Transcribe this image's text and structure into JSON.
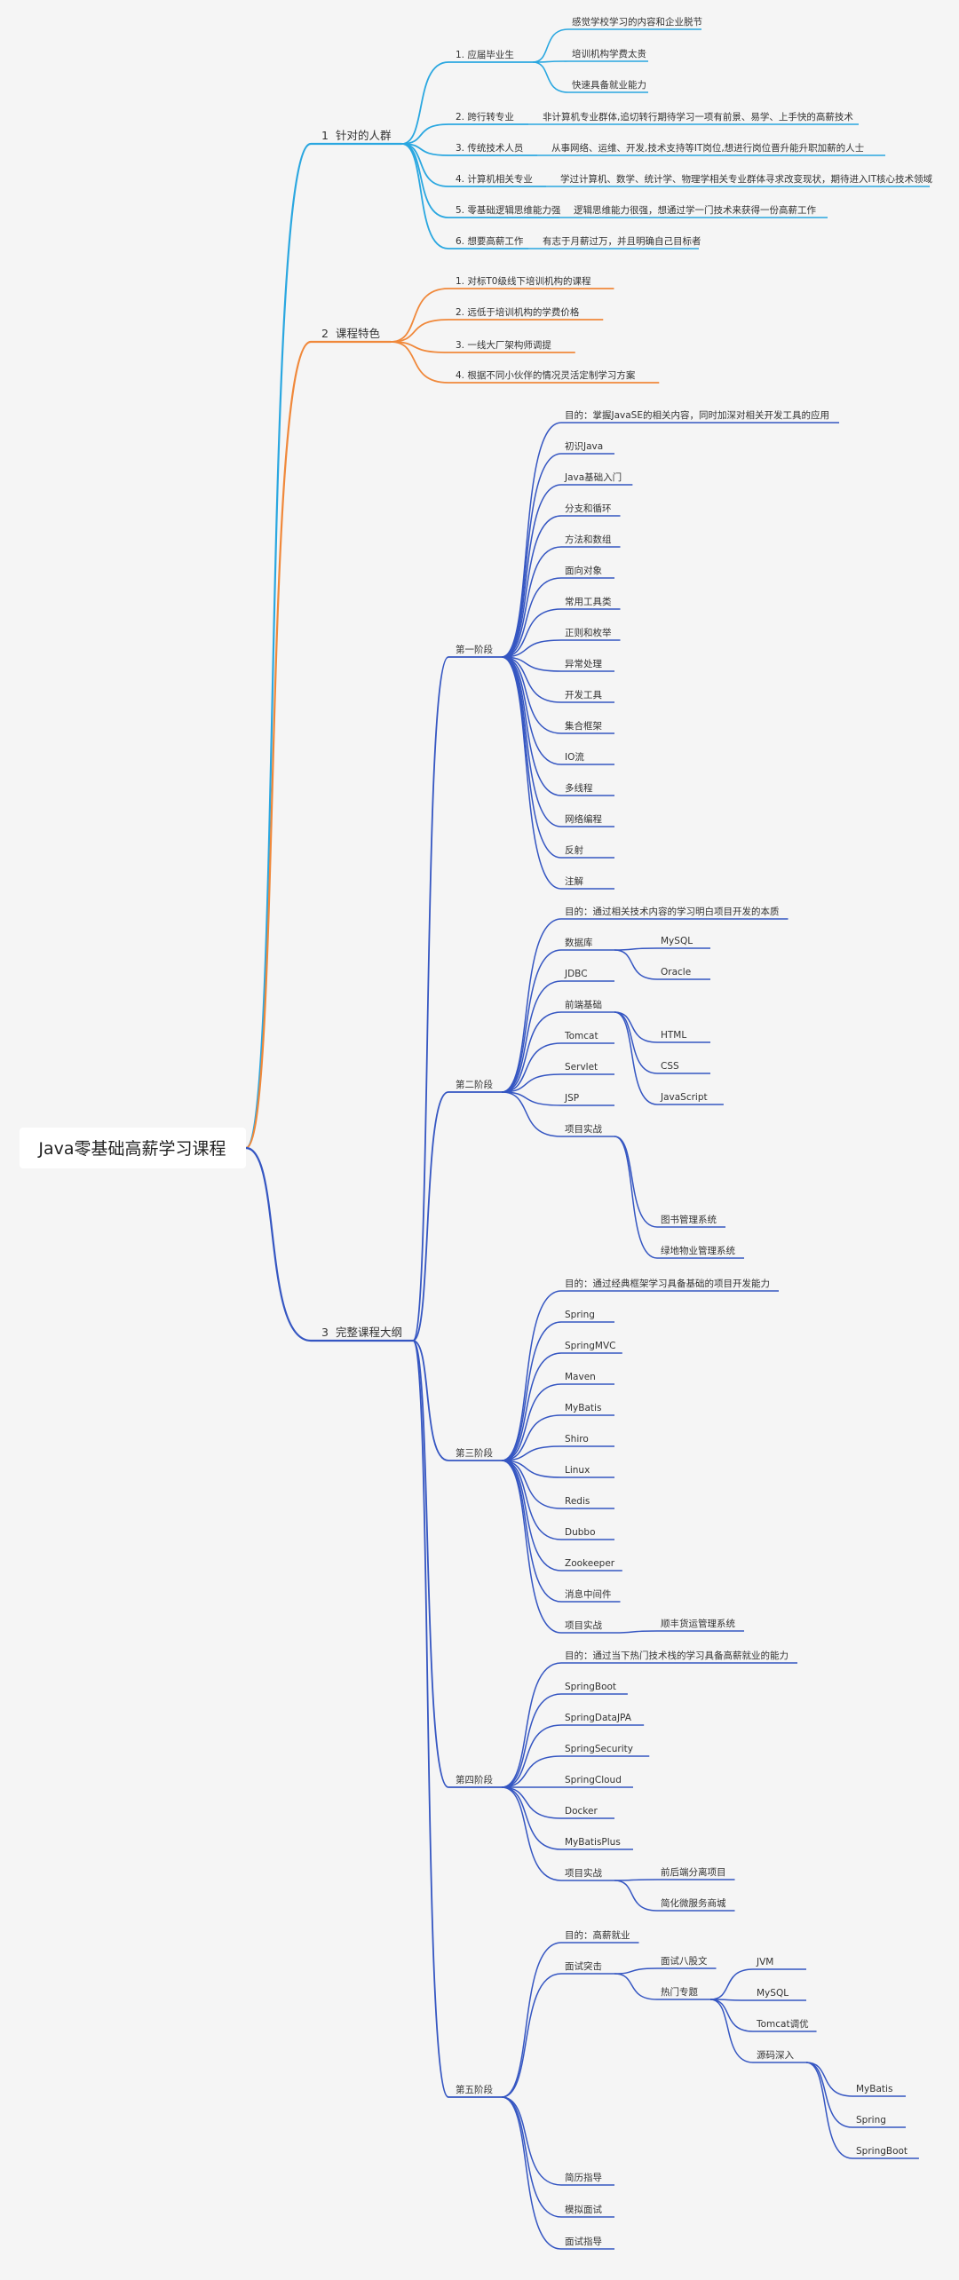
{
  "root": {
    "label": "Java零基础高薪学习课程"
  },
  "colors": {
    "cyan": "#2aa7e0",
    "orange": "#f0883a",
    "blue": "#3556c2"
  },
  "branches": [
    {
      "num": "1",
      "label": "针对的人群",
      "color": "cyan",
      "children": [
        {
          "label": "1. 应届毕业生",
          "children": [
            {
              "label": "感觉学校学习的内容和企业脱节"
            },
            {
              "label": "培训机构学费太贵"
            },
            {
              "label": "快速具备就业能力"
            }
          ]
        },
        {
          "label": "2. 跨行转专业",
          "children": [
            {
              "label": "非计算机专业群体,追切转行期待学习一项有前景、易学、上手快的高薪技术"
            }
          ]
        },
        {
          "label": "3. 传统技术人员",
          "children": [
            {
              "label": "从事网络、运维、开发,技术支持等IT岗位,想进行岗位晋升能升职加薪的人士"
            }
          ]
        },
        {
          "label": "4. 计算机相关专业",
          "children": [
            {
              "label": "学过计算机、数学、统计学、物理学相关专业群体寻求改变现状，期待进入IT核心技术领域"
            }
          ]
        },
        {
          "label": "5. 零基础逻辑思维能力强",
          "children": [
            {
              "label": "逻辑思维能力很强，想通过学一门技术来获得一份高薪工作"
            }
          ]
        },
        {
          "label": "6. 想要高薪工作",
          "children": [
            {
              "label": "有志于月薪过万，并且明确自己目标者"
            }
          ]
        }
      ]
    },
    {
      "num": "2",
      "label": "课程特色",
      "color": "orange",
      "children": [
        {
          "label": "1. 对标T0级线下培训机构的课程"
        },
        {
          "label": "2. 远低于培训机构的学费价格"
        },
        {
          "label": "3. 一线大厂架构师调提"
        },
        {
          "label": "4. 根据不同小伙伴的情况灵活定制学习方案"
        }
      ]
    },
    {
      "num": "3",
      "label": "完整课程大纲",
      "color": "blue",
      "children": [
        {
          "label": "第一阶段",
          "children": [
            {
              "label": "目的：掌握JavaSE的相关内容，同时加深对相关开发工具的应用"
            },
            {
              "label": "初识Java"
            },
            {
              "label": "Java基础入门"
            },
            {
              "label": "分支和循环"
            },
            {
              "label": "方法和数组"
            },
            {
              "label": "面向对象"
            },
            {
              "label": "常用工具类"
            },
            {
              "label": "正则和枚举"
            },
            {
              "label": "异常处理"
            },
            {
              "label": "开发工具"
            },
            {
              "label": "集合框架"
            },
            {
              "label": "IO流"
            },
            {
              "label": "多线程"
            },
            {
              "label": "网络编程"
            },
            {
              "label": "反射"
            },
            {
              "label": "注解"
            }
          ]
        },
        {
          "label": "第二阶段",
          "children": [
            {
              "label": "目的：通过相关技术内容的学习明白项目开发的本质"
            },
            {
              "label": "数据库",
              "children": [
                {
                  "label": "MySQL"
                },
                {
                  "label": "Oracle"
                }
              ]
            },
            {
              "label": "JDBC"
            },
            {
              "label": "前端基础",
              "children": [
                {
                  "label": "HTML"
                },
                {
                  "label": "CSS"
                },
                {
                  "label": "JavaScript"
                }
              ]
            },
            {
              "label": "Tomcat"
            },
            {
              "label": "Servlet"
            },
            {
              "label": "JSP"
            },
            {
              "label": "项目实战",
              "children": [
                {
                  "label": "图书管理系统"
                },
                {
                  "label": "绿地物业管理系统"
                }
              ]
            }
          ]
        },
        {
          "label": "第三阶段",
          "children": [
            {
              "label": "目的：通过经典框架学习具备基础的项目开发能力"
            },
            {
              "label": "Spring"
            },
            {
              "label": "SpringMVC"
            },
            {
              "label": "Maven"
            },
            {
              "label": "MyBatis"
            },
            {
              "label": "Shiro"
            },
            {
              "label": "Linux"
            },
            {
              "label": "Redis"
            },
            {
              "label": "Dubbo"
            },
            {
              "label": "Zookeeper"
            },
            {
              "label": "消息中间件"
            },
            {
              "label": "项目实战",
              "children": [
                {
                  "label": "顺丰货运管理系统"
                }
              ]
            }
          ]
        },
        {
          "label": "第四阶段",
          "children": [
            {
              "label": "目的：通过当下热门技术栈的学习具备高薪就业的能力"
            },
            {
              "label": "SpringBoot"
            },
            {
              "label": "SpringDataJPA"
            },
            {
              "label": "SpringSecurity"
            },
            {
              "label": "SpringCloud"
            },
            {
              "label": "Docker"
            },
            {
              "label": "MyBatisPlus"
            },
            {
              "label": "项目实战",
              "children": [
                {
                  "label": "前后端分离项目"
                },
                {
                  "label": "简化微服务商城"
                }
              ]
            }
          ]
        },
        {
          "label": "第五阶段",
          "children": [
            {
              "label": "目的：高薪就业"
            },
            {
              "label": "面试突击",
              "children": [
                {
                  "label": "面试八股文"
                },
                {
                  "label": "热门专题",
                  "children": [
                    {
                      "label": "JVM"
                    },
                    {
                      "label": "MySQL"
                    },
                    {
                      "label": "Tomcat调优"
                    },
                    {
                      "label": "源码深入",
                      "children": [
                        {
                          "label": "MyBatis"
                        },
                        {
                          "label": "Spring"
                        },
                        {
                          "label": "SpringBoot"
                        }
                      ]
                    }
                  ]
                }
              ]
            },
            {
              "label": "简历指导"
            },
            {
              "label": "模拟面试"
            },
            {
              "label": "面试指导"
            }
          ]
        }
      ]
    }
  ]
}
